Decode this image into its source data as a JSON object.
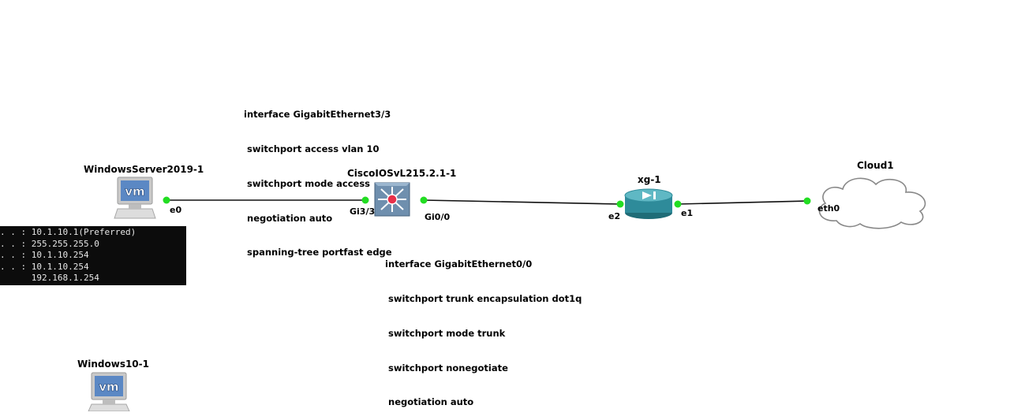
{
  "nodes": {
    "winserver": {
      "label": "WindowsServer2019-1",
      "icon": "vm-icon"
    },
    "switch": {
      "label": "CiscoIOSvL215.2.1-1",
      "icon": "multilayer-switch-icon"
    },
    "firewall": {
      "label": "xg-1",
      "icon": "router-icon"
    },
    "cloud": {
      "label": "Cloud1",
      "icon": "cloud-icon"
    },
    "win10": {
      "label": "Windows10-1",
      "icon": "vm-icon"
    }
  },
  "ports": {
    "winserver_e0": "e0",
    "switch_gi33": "Gi3/3",
    "switch_gi00": "Gi0/0",
    "fw_e2": "e2",
    "fw_e1": "e1",
    "cloud_eth0": "eth0"
  },
  "notes": {
    "gi33_config": [
      "interface GigabitEthernet3/3",
      " switchport access vlan 10",
      " switchport mode access",
      " negotiation auto",
      " spanning-tree portfast edge"
    ],
    "gi00_config": [
      "interface GigabitEthernet0/0",
      " switchport trunk encapsulation dot1q",
      " switchport mode trunk",
      " switchport nonegotiate",
      " negotiation auto"
    ]
  },
  "console": {
    "lines": [
      ". . : 10.1.10.1(Preferred)",
      ". . : 255.255.255.0",
      ". . : 10.1.10.254",
      ". . : 10.1.10.254",
      "      192.168.1.254"
    ]
  },
  "colors": {
    "port_dot": "#22dd22",
    "link": "#111111",
    "switch_body": "#6f8fae",
    "router_body": "#2e8b9a",
    "vm_screen": "#5b88c4",
    "console_bg": "#0c0c0c"
  }
}
